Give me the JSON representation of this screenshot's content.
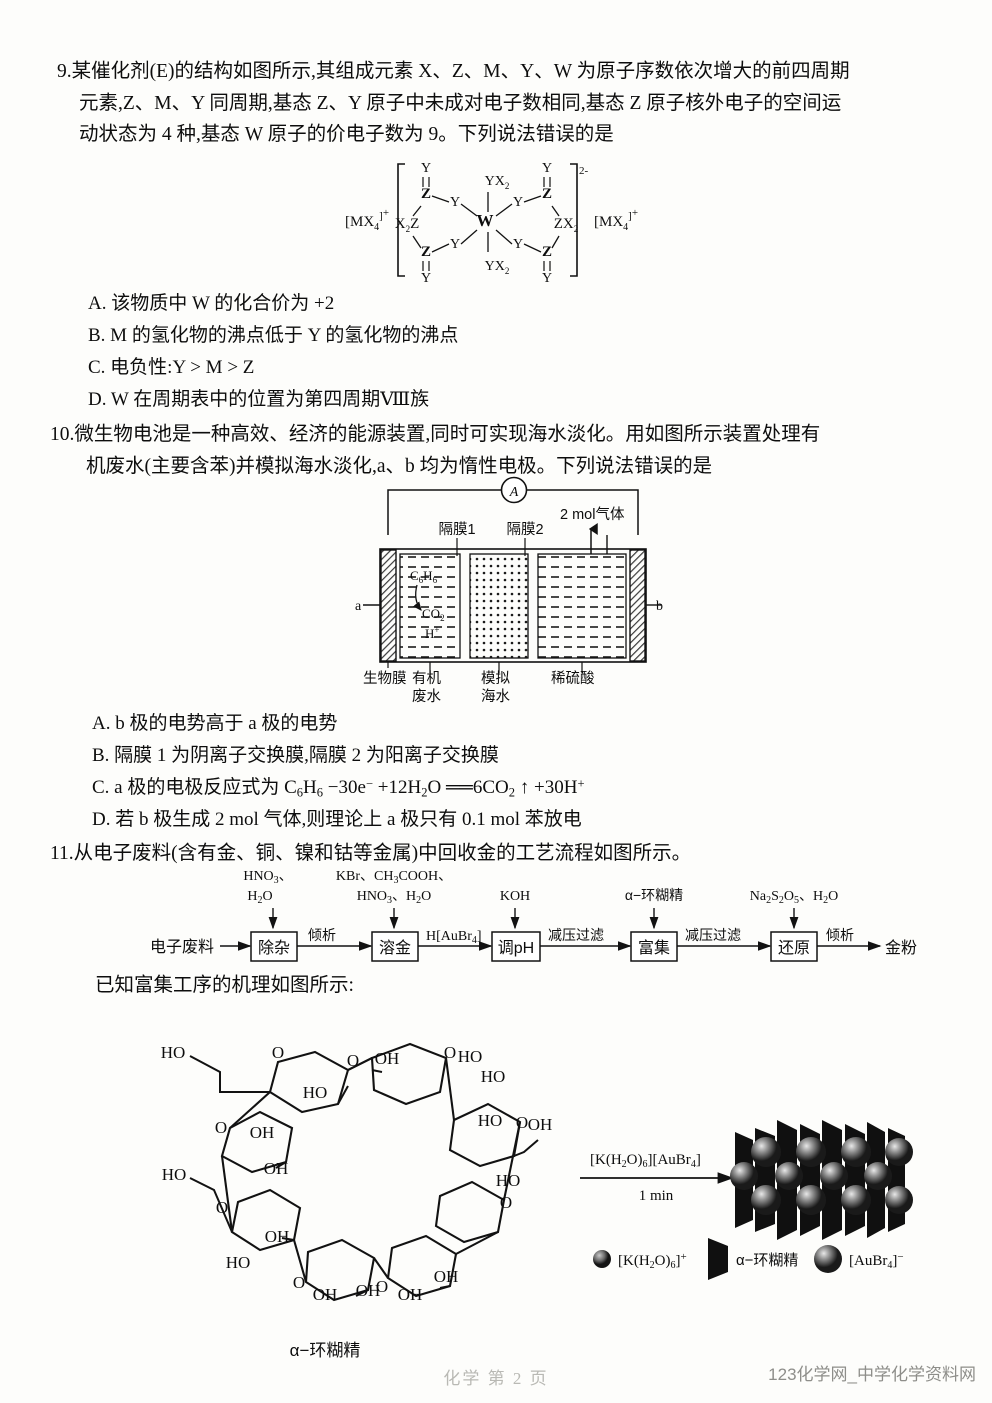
{
  "questions": [
    {
      "number": "9.",
      "lines": [
        "某催化剂(E)的结构如图所示,其组成元素 X、Z、M、Y、W 为原子序数依次增大的前四周期",
        "元素,Z、M、Y 同周期,基态 Z、Y 原子中未成对电子数相同,基态 Z 原子核外电子的空间运",
        "动状态为 4 种,基态 W 原子的价电子数为 9。下列说法错误的是"
      ],
      "options": [
        "A. 该物质中 W 的化合价为 +2",
        "B. M 的氢化物的沸点低于 Y 的氢化物的沸点",
        "C. 电负性:Y > M > Z",
        "D. W 在周期表中的位置为第四周期Ⅷ族"
      ],
      "structure": {
        "left_counterion": "[MX₄]⁺",
        "right_counterion": "[MX₄]⁺",
        "bracket_charge": "2-",
        "center_atom": "W",
        "axial_groups": [
          "YX₂",
          "YX₂"
        ],
        "bridge_atoms": [
          "Y",
          "Y",
          "Y",
          "Y"
        ],
        "node_atoms": [
          "Z",
          "Z",
          "Z",
          "Z"
        ],
        "terminal_atoms": [
          "Y",
          "Y",
          "Y",
          "Y"
        ],
        "side_groups": [
          "X₂Z",
          "ZX₂"
        ]
      }
    },
    {
      "number": "10.",
      "lines": [
        "微生物电池是一种高效、经济的能源装置,同时可实现海水淡化。用如图所示装置处理有",
        "机废水(主要含苯)并模拟海水淡化,a、b 均为惰性电极。下列说法错误的是"
      ],
      "options": [
        "A. b 极的电势高于 a 极的电势",
        "B. 隔膜 1 为阴离子交换膜,隔膜 2 为阳离子交换膜"
      ],
      "option_c": {
        "prefix": "C. a 极的电极反应式为 C",
        "equation_plain": "C₆H₆ - 30e⁻ + 12H₂O ══ 6CO₂↑ + 30H⁺"
      },
      "option_d": "D. 若 b 极生成 2 mol 气体,则理论上 a 极只有 0.1 mol 苯放电",
      "cell_diagram": {
        "meter_label": "A",
        "gas_label": "2 mol气体",
        "membrane_1": "隔膜1",
        "membrane_2": "隔膜2",
        "electrode_left": "a",
        "electrode_right": "b",
        "species": [
          "C₆H₆",
          "CO₂",
          "H⁺"
        ],
        "bottom_labels": [
          "生物膜",
          "有机废水",
          "模拟海水",
          "稀硫酸"
        ]
      }
    },
    {
      "number": "11.",
      "lines": [
        "从电子废料(含有金、铜、镍和钴等金属)中回收金的工艺流程如图所示。"
      ],
      "sub_prompt": "已知富集工序的机理如图所示:",
      "flow": {
        "start_label": "电子废料",
        "end_label": "金粉",
        "boxes": [
          "除杂",
          "溶金",
          "调pH",
          "富集",
          "还原"
        ],
        "between_labels": [
          "倾析",
          "H[AuBr₄]",
          "减压过滤",
          "减压过滤",
          "倾析"
        ],
        "reagents": [
          {
            "line1": "HNO₃、",
            "line2": "H₂O"
          },
          {
            "line1": "KBr、CH₃COOH、",
            "line2": "HNO₃、H₂O"
          },
          {
            "line1": "",
            "line2": "KOH"
          },
          {
            "line1": "",
            "line2": "α−环糊精"
          },
          {
            "line1": "",
            "line2": "Na₂S₂O₅、H₂O"
          }
        ]
      },
      "mechanism": {
        "molecule_label": "α−环糊精",
        "arrow_top": "[K(H₂O)₆][AuBr₄]",
        "arrow_bottom": "1 min",
        "hydroxyl_labels": [
          "HO",
          "OH"
        ],
        "oxygen_label": "O",
        "legend": [
          {
            "icon": "small-sphere",
            "label": "[K(H₂O)₆]⁺"
          },
          {
            "icon": "cone",
            "label": "α−环糊精"
          },
          {
            "icon": "large-sphere",
            "label": "[AuBr₄]⁻"
          }
        ]
      }
    }
  ],
  "footer": {
    "page_label": "化学  第 2 页",
    "watermark": "123化学网_中学化学资料网"
  }
}
